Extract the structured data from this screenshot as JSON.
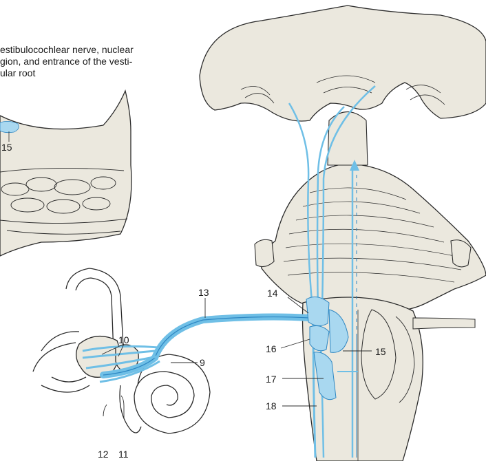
{
  "caption": {
    "lines": [
      "estibulocochlear nerve, nuclear",
      "gion, and entrance of the vesti-",
      "ular root"
    ]
  },
  "labels": {
    "l9": "9",
    "l10": "10",
    "l11": "11",
    "l12": "12",
    "l13": "13",
    "l14": "14",
    "l15_inset": "15",
    "l15": "15",
    "l16": "16",
    "l17": "17",
    "l18": "18"
  },
  "colors": {
    "tissue": "#ebe8de",
    "outline": "#2b2b2b",
    "nerve": "#6fbfe6",
    "nerve_dark": "#2d86c2",
    "nucleus": "#a9d8f0"
  }
}
